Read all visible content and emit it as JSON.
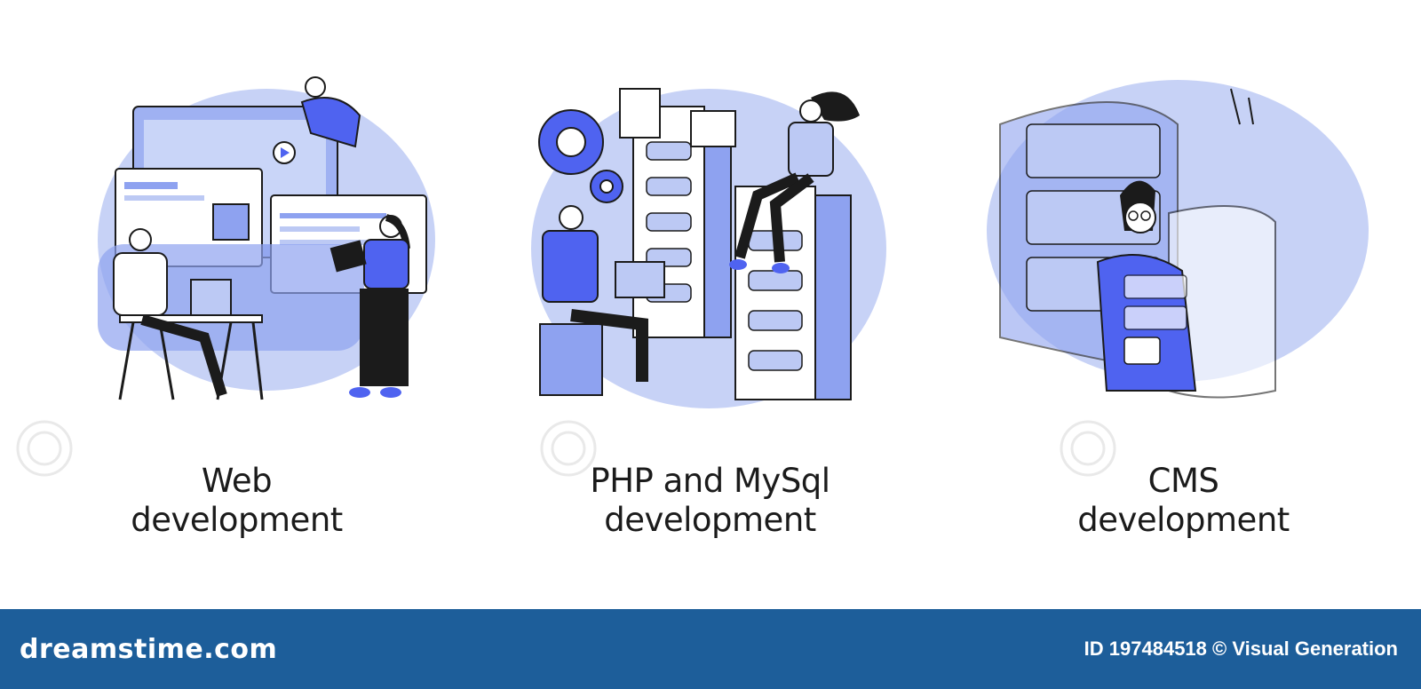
{
  "panels": [
    {
      "title_line1": "Web",
      "title_line2": "development"
    },
    {
      "title_line1": "PHP and MySql",
      "title_line2": "development"
    },
    {
      "title_line1": "CMS",
      "title_line2": "development"
    }
  ],
  "footer": {
    "brand": "dreamstime.com",
    "credit": "ID 197484518 © Visual Generation"
  },
  "colors": {
    "accent": "#4f63f0",
    "light_blue": "#bcc9f4",
    "mid_blue": "#8ea2f0",
    "footer_bg": "#1d5e9a"
  }
}
